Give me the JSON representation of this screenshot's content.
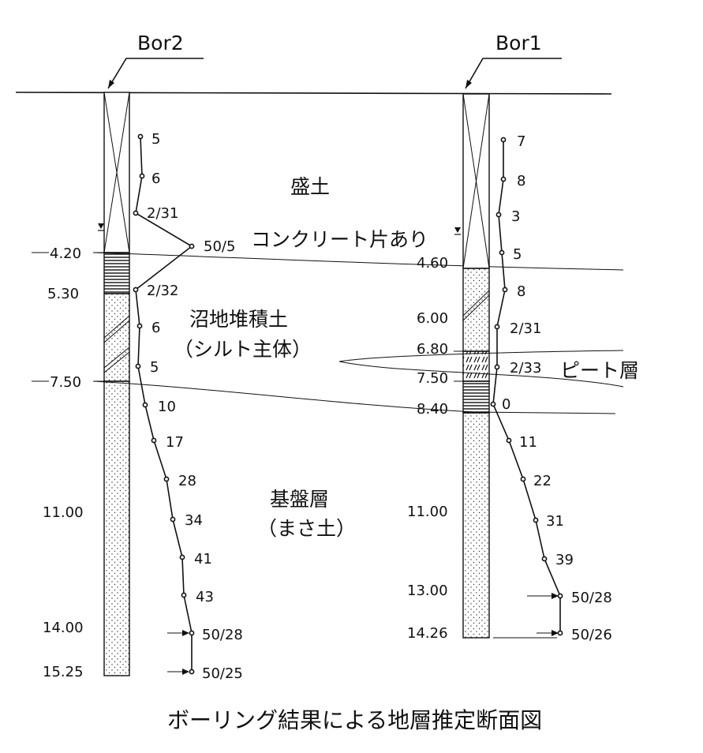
{
  "title": "ボーリング結果による地層推定断面図",
  "boreholes": [
    {
      "name": "Bor2",
      "depth_labels": [
        "4.20",
        "5.30",
        "7.50",
        "11.00",
        "14.00",
        "15.25"
      ],
      "spt_labels": [
        "5",
        "6",
        "2/31",
        "50/5",
        "2/32",
        "6",
        "5",
        "10",
        "17",
        "28",
        "34",
        "41",
        "43",
        "50/28",
        "50/25"
      ]
    },
    {
      "name": "Bor1",
      "depth_labels": [
        "4.60",
        "6.00",
        "6.80",
        "7.50",
        "8.40",
        "11.00",
        "13.00",
        "14.26"
      ],
      "spt_labels": [
        "7",
        "8",
        "3",
        "5",
        "8",
        "2/31",
        "2/33",
        "0",
        "11",
        "22",
        "31",
        "39",
        "50/28",
        "50/26"
      ]
    }
  ],
  "layers": {
    "fill": "盛土",
    "fill_note": "コンクリート片あり",
    "marsh_1": "沼地堆積土",
    "marsh_2": "（シルト主体）",
    "peat": "ピート層",
    "base_1": "基盤層",
    "base_2": "（まさ土）"
  },
  "colors": {
    "ink": "#111111",
    "paper": "#ffffff"
  }
}
